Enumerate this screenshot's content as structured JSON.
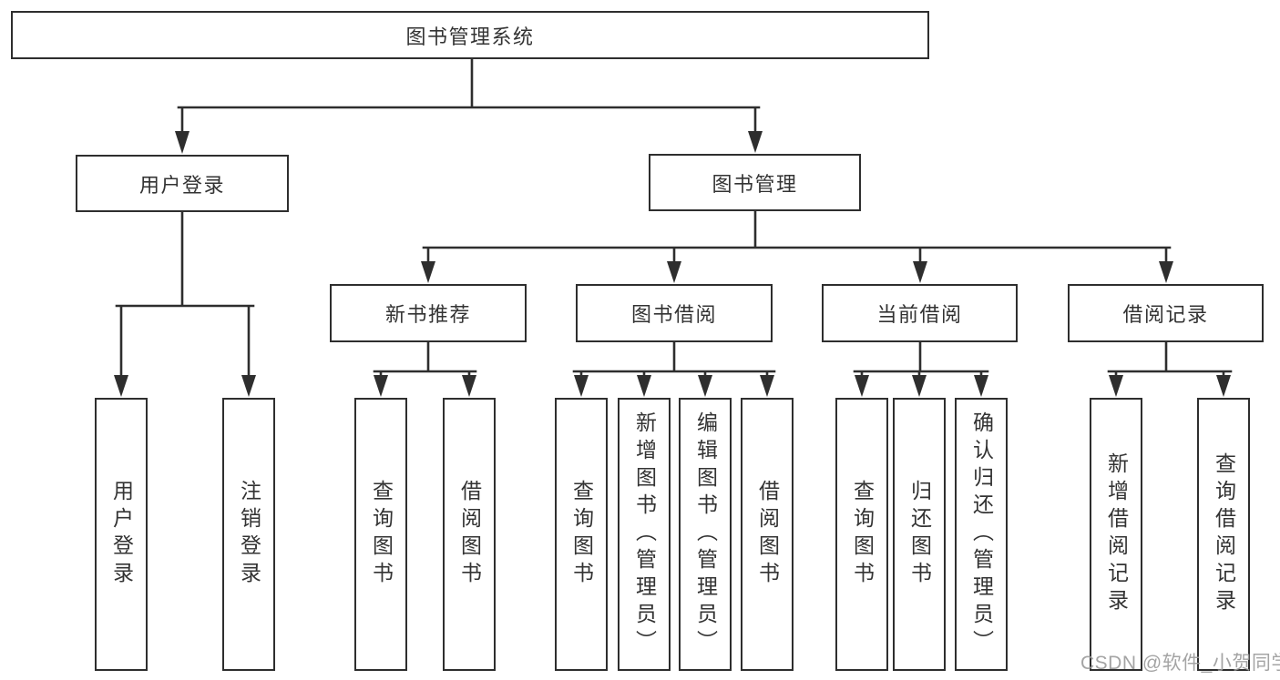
{
  "diagram": {
    "type": "tree",
    "title": "图书管理系统",
    "watermark": "CSDN @软件_小贺同学",
    "colors": {
      "line": "#2e2e2e",
      "text": "#333333",
      "box_background": "#ffffff",
      "watermark": "#9b9b9b"
    },
    "nodes": {
      "root": "图书管理系统",
      "user_login": "用户登录",
      "book_management": "图书管理",
      "new_book_recommend": "新书推荐",
      "book_borrowing": "图书借阅",
      "current_borrowing": "当前借阅",
      "borrowing_records": "借阅记录",
      "leaf_user_login": "用户登录",
      "leaf_logout": "注销登录",
      "leaf_nbr_query_books": "查询图书",
      "leaf_nbr_borrow_books": "借阅图书",
      "leaf_bb_query_books": "查询图书",
      "leaf_bb_add_books": "新增图书（管理员）",
      "leaf_bb_edit_books": "编辑图书（管理员）",
      "leaf_bb_borrow_books": "借阅图书",
      "leaf_cb_query_books": "查询图书",
      "leaf_cb_return_books": "归还图书",
      "leaf_cb_confirm_return": "确认归还（管理员）",
      "leaf_br_add_record": "新增借阅记录",
      "leaf_br_query_record": "查询借阅记录"
    },
    "structure": {
      "图书管理系统": [
        "用户登录",
        "图书管理"
      ],
      "用户登录": [
        "用户登录",
        "注销登录"
      ],
      "图书管理": [
        "新书推荐",
        "图书借阅",
        "当前借阅",
        "借阅记录"
      ],
      "新书推荐": [
        "查询图书",
        "借阅图书"
      ],
      "图书借阅": [
        "查询图书",
        "新增图书（管理员）",
        "编辑图书（管理员）",
        "借阅图书"
      ],
      "当前借阅": [
        "查询图书",
        "归还图书",
        "确认归还（管理员）"
      ],
      "借阅记录": [
        "新增借阅记录",
        "查询借阅记录"
      ]
    }
  }
}
